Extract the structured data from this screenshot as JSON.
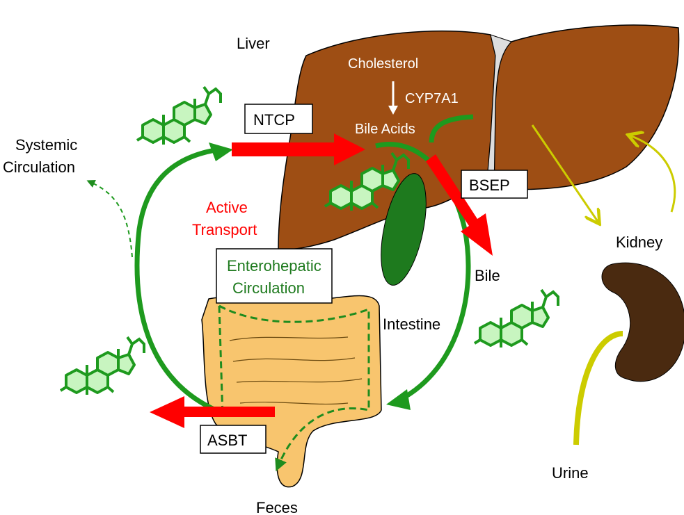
{
  "labels": {
    "liver": "Liver",
    "cholesterol": "Cholesterol",
    "enzyme": "CYP7A1",
    "bile_acids": "Bile Acids",
    "ntcp": "NTCP",
    "bsep": "BSEP",
    "systemic_line1": "Systemic",
    "systemic_line2": "Circulation",
    "active_line1": "Active",
    "active_line2": "Transport",
    "entero_line1": "Enterohepatic",
    "entero_line2": "Circulation",
    "bile": "Bile",
    "intestine": "Intestine",
    "kidney": "Kidney",
    "asbt": "ASBT",
    "urine": "Urine",
    "feces": "Feces"
  },
  "colors": {
    "liver": "#9E4E14",
    "circulation_green": "#1E8C1E",
    "transport_red": "#FF0000",
    "molecule_fill": "#C8F5C0",
    "intestine": "#F8C56E",
    "kidney": "#4A2A10",
    "renal_yellow": "#CCCC00"
  }
}
